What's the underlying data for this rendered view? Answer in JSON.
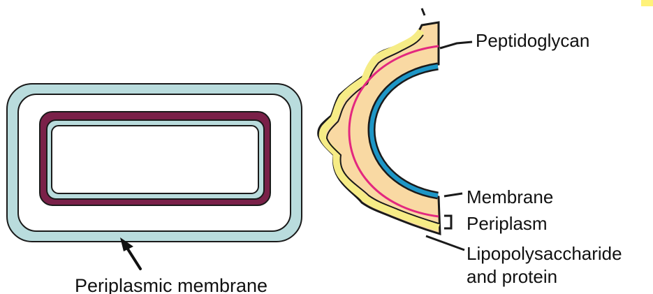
{
  "colors": {
    "cell_outer_fill": "#b9dcdd",
    "cell_outline": "#1a1a1a",
    "inner_maroon": "#7a2149",
    "inner_teal": "#b9dcdd",
    "wall_fill": "#f9d9a3",
    "lps_yellow": "#f6ec86",
    "peptidoglycan_line": "#e3277f",
    "membrane_blue": "#1e96c6",
    "corner_highlight": "#fff27a"
  },
  "left_diagram": {
    "caption": "Periplasmic membrane",
    "arrow_icon": "arrow-up-left"
  },
  "right_diagram": {
    "labels": {
      "peptidoglycan": "Peptidoglycan",
      "membrane": "Membrane",
      "periplasm": "Periplasm",
      "lps_line1": "Lipopolysaccharide",
      "lps_line2": "and protein"
    }
  }
}
